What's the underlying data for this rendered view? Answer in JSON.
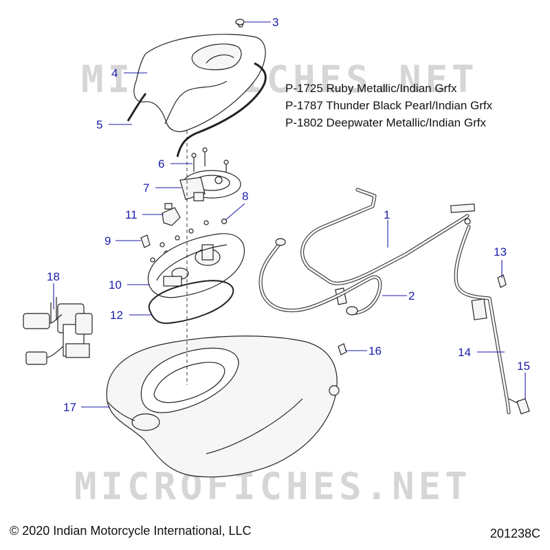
{
  "watermark": "MICROFICHES.NET",
  "paint_codes": [
    "P-1725 Ruby Metallic/Indian Grfx",
    "P-1787 Thunder Black Pearl/Indian Grfx",
    "P-1802 Deepwater Metallic/Indian Grfx"
  ],
  "callouts": [
    "1",
    "2",
    "3",
    "4",
    "5",
    "6",
    "7",
    "8",
    "9",
    "10",
    "11",
    "12",
    "13",
    "14",
    "15",
    "16",
    "17",
    "18"
  ],
  "copyright": "© 2020 Indian Motorcycle International, LLC",
  "diagram_code": "201238C",
  "colors": {
    "callout": "#1a1aa8",
    "line": "#222222",
    "watermark": "#d6d6d6"
  }
}
